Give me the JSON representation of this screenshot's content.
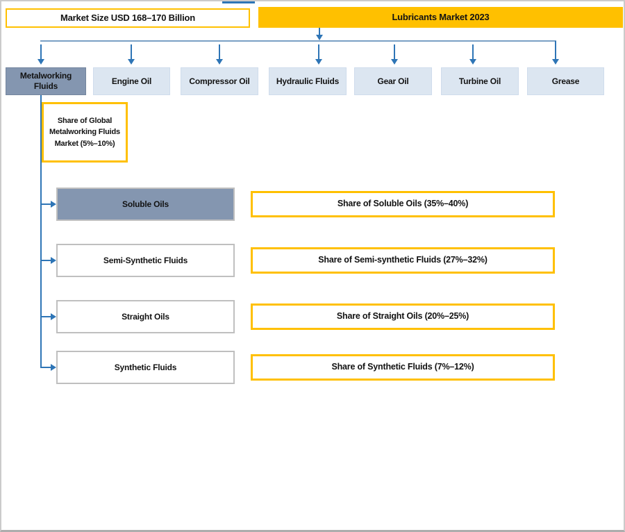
{
  "header": {
    "market_size_label": "Market Size USD 168–170 Billion",
    "market_title": "Lubricants Market 2023"
  },
  "categories": [
    {
      "label": "Metalworking Fluids",
      "highlighted": true
    },
    {
      "label": "Engine Oil",
      "highlighted": false
    },
    {
      "label": "Compressor Oil",
      "highlighted": false
    },
    {
      "label": "Hydraulic Fluids",
      "highlighted": false
    },
    {
      "label": "Gear Oil",
      "highlighted": false
    },
    {
      "label": "Turbine Oil",
      "highlighted": false
    },
    {
      "label": "Grease",
      "highlighted": false
    }
  ],
  "metalworking_breakdown": {
    "global_share_label": "Share of Global Metalworking Fluids Market (5%–10%)",
    "subtypes": [
      {
        "label": "Soluble Oils",
        "share_label": "Share of Soluble Oils (35%–40%)",
        "highlighted": true
      },
      {
        "label": "Semi-Synthetic Fluids",
        "share_label": "Share of Semi-synthetic Fluids (27%–32%)",
        "highlighted": false
      },
      {
        "label": "Straight Oils",
        "share_label": "Share of Straight Oils (20%–25%)",
        "highlighted": false
      },
      {
        "label": "Synthetic Fluids",
        "share_label": "Share of Synthetic Fluids (7%–12%)",
        "highlighted": false
      }
    ]
  },
  "colors": {
    "accent_yellow": "#FFC000",
    "highlight_fill": "#8496B0",
    "category_fill": "#DCE6F1",
    "arrow_blue": "#2E75B6",
    "connector_line": "#7AA0C4"
  }
}
